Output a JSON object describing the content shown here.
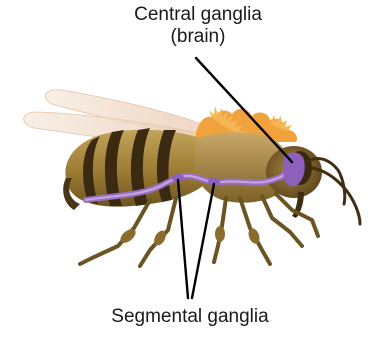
{
  "labels": {
    "central_line1": "Central ganglia",
    "central_line2": "(brain)",
    "segmental": "Segmental ganglia"
  },
  "colors": {
    "nerve_cord": "#9b6fc3",
    "head_ganglion": "#8e5fbd",
    "abdomen_stripe_dark": "#3a2a12",
    "abdomen_body": "#9a7a2e",
    "thorax": "#a88440",
    "head": "#7a5e2a",
    "hair": "#f0a040",
    "wing": "#efd9c4",
    "leader_line": "#000000"
  },
  "icons": {
    "subject": "honeybee-illustration"
  }
}
